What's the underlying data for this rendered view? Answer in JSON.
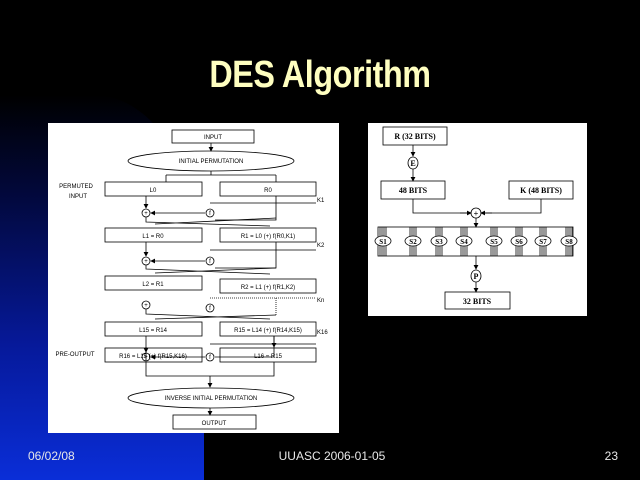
{
  "slide": {
    "title": "DES Algorithm",
    "footer_date": "06/02/08",
    "footer_center": "UUASC 2006-01-05",
    "slide_number": "23"
  },
  "left_diagram": {
    "input": "INPUT",
    "initial_permutation": "INITIAL PERMUTATION",
    "permuted_label_1": "PERMUTED",
    "permuted_label_2": "INPUT",
    "l0": "L0",
    "r0": "R0",
    "k1": "K1",
    "l1": "L1 = R0",
    "r1": "R1 = L0 (+) f(R0,K1)",
    "k2": "K2",
    "l2": "L2 = R1",
    "r2": "R2 = L1 (+) f(R1,K2)",
    "kn": "Kn",
    "l15": "L15 = R14",
    "r15": "R15 = L14 (+) f(R14,K15)",
    "k16": "K16",
    "pre_output": "PRE-OUTPUT",
    "r16": "R16 = L15 (+) f(R15,K16)",
    "l16": "L16 = R15",
    "inverse_permutation": "INVERSE INITIAL PERMUTATION",
    "output": "OUTPUT",
    "xor": "+",
    "f": "f"
  },
  "right_diagram": {
    "r_bits": "R (32 BITS)",
    "e": "E",
    "bits48": "48 BITS",
    "k_bits": "K (48 BITS)",
    "xor": "+",
    "sboxes": [
      "S1",
      "S2",
      "S3",
      "S4",
      "S5",
      "S6",
      "S7",
      "S8"
    ],
    "p": "P",
    "bits32": "32 BITS"
  }
}
